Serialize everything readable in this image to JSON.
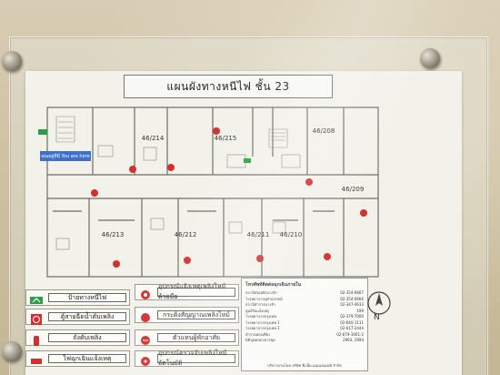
{
  "title": "แผนผังทางหนีไฟ ชั้น 23",
  "units": [
    "46/214",
    "46/215",
    "46/208",
    "46/209",
    "46/213",
    "46/212",
    "46/211",
    "46/210"
  ],
  "you_are_here": "คุณอยู่ที่นี่ You are here",
  "legend": [
    {
      "label": "ป้ายทางหนีไฟ",
      "icon": "exit-sign-icon"
    },
    {
      "label": "ตู้สายฉีดน้ำดับเพลิง",
      "icon": "fire-hose-icon"
    },
    {
      "label": "ถังดับเพลิง",
      "icon": "fire-extinguisher-icon"
    },
    {
      "label": "ไฟฉุกเฉินแจ้งเหตุ",
      "icon": "emergency-light-icon"
    },
    {
      "label": "อุปกรณ์แจ้งเหตุเพลิงไหม้ด้วยมือ",
      "icon": "manual-alarm-icon"
    },
    {
      "label": "กระดิ่งสัญญาณเพลิงไหม้",
      "icon": "fire-bell-icon"
    },
    {
      "label": "ตัวแทนผู้พักอาศัย",
      "icon": "detector-icon"
    },
    {
      "label": "อุปกรณ์ตรวจจับเพลิงไหม้อัตโนมัติ",
      "icon": "smoke-detector-icon"
    }
  ],
  "contacts": {
    "title": "โทรศัพท์ติดต่อฉุกเฉินภายใน",
    "rows": [
      {
        "name": "สถานีดับเพลิงบางรัก",
        "phone": "02-354-6667"
      },
      {
        "name": "โรงพยาบาลจุฬาลงกรณ์",
        "phone": "02-354-6666"
      },
      {
        "name": "สถานีตำรวจบางรัก",
        "phone": "02-347-4633"
      },
      {
        "name": "ศูนย์รับแจ้งเหตุ",
        "phone": "199"
      },
      {
        "name": "โรงพยาบาลกรุงเทพ",
        "phone": "02-379-7000"
      },
      {
        "name": "โรงพยาบาลกรุงเทพ 1",
        "phone": "02-640-1111"
      },
      {
        "name": "โรงพยาบาลกรุงเทพ 2",
        "phone": "02-617-2444"
      },
      {
        "name": "ตำรวจท่องเที่ยว",
        "phone": "02-679-1001-2"
      },
      {
        "name": "นิติบุคคลอาคารชุด",
        "phone": "2993, 2994"
      }
    ],
    "footer": "บริหารงานโดย บริษัท พี.เอ็ม.แมเนจเมนท์ จำกัด"
  },
  "north_label": "N",
  "colors": {
    "fire_red": "#d32f2f",
    "exit_green": "#2e9d48",
    "plan_line": "#6e6e66",
    "sheet": "#f2f1ea"
  }
}
